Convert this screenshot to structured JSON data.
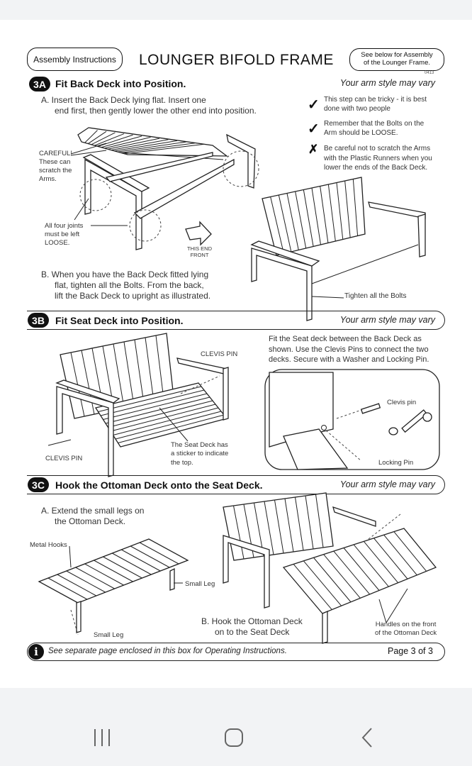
{
  "header": {
    "left_pill": "Assembly Instructions",
    "title": "LOUNGER BIFOLD FRAME",
    "right_pill_line1": "See below for Assembly",
    "right_pill_line2": "of the Lounger Frame.",
    "code": "0413"
  },
  "step3a": {
    "badge": "3A",
    "title": "Fit Back Deck into Position.",
    "note": "Your arm style may vary",
    "a_line1": "A.  Insert the Back Deck lying flat. Insert one",
    "a_line2": "end first, then gently lower the other end into position.",
    "tips": [
      {
        "icon": "check",
        "line1": "This step can be tricky - it is best",
        "line2": "done with two people"
      },
      {
        "icon": "check",
        "line1": "Remember that the Bolts on the",
        "line2": "Arm should be LOOSE."
      },
      {
        "icon": "cross",
        "line1": "Be careful not to scratch the Arms",
        "line2": "with the Plastic Runners when you",
        "line3": "lower the ends of the Back Deck."
      }
    ],
    "careful": [
      "CAREFUL!",
      "These can",
      "scratch the",
      "Arms."
    ],
    "joints": [
      "All four joints",
      "must be left",
      "LOOSE."
    ],
    "front": [
      "THIS END",
      "FRONT"
    ],
    "b_line1": "B.  When you have the Back Deck fitted lying",
    "b_line2": "flat, tighten all the Bolts. From the back,",
    "b_line3": "lift the Back Deck to upright as illustrated.",
    "tighten": "Tighten all the Bolts"
  },
  "step3b": {
    "badge": "3B",
    "title": "Fit Seat Deck into Position.",
    "note": "Your arm style may vary",
    "desc": [
      "Fit the Seat deck between the Back Deck as",
      "shown. Use the Clevis Pins to connect the two",
      "decks. Secure with a Washer and Locking Pin."
    ],
    "clevis_top": "CLEVIS PIN",
    "clevis_bottom": "CLEVIS PIN",
    "sticker": [
      "The Seat Deck has",
      "a sticker to indicate",
      "the top."
    ],
    "detail_clevis": "Clevis pin",
    "detail_locking": "Locking Pin"
  },
  "step3c": {
    "badge": "3C",
    "title": "Hook the Ottoman Deck onto the Seat Deck.",
    "note": "Your arm style may vary",
    "a_line1": "A.  Extend the small legs on",
    "a_line2": "the Ottoman Deck.",
    "metal_hooks": "Metal Hooks",
    "small_leg_1": "Small Leg",
    "small_leg_2": "Small Leg",
    "b_line1": "B.  Hook the Ottoman Deck",
    "b_line2": "on to the Seat Deck",
    "handles": [
      "Handles on the front",
      "of the Ottoman Deck"
    ]
  },
  "footer": {
    "info": "See separate page enclosed in this box for Operating Instructions.",
    "page": "Page 3 of 3"
  },
  "navbar": {
    "recent": "recent-apps",
    "home": "home",
    "back": "back"
  }
}
